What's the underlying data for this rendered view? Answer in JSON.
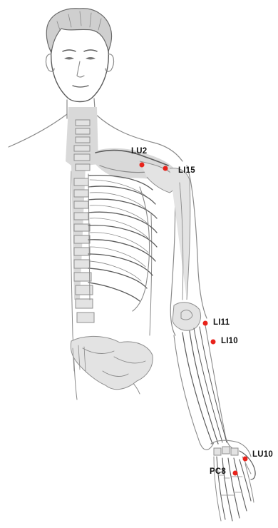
{
  "figure": {
    "subject": "upper body skeleton with arm showing acupuncture points",
    "point_color": "#e8231b",
    "label_color": "#111111"
  },
  "points": [
    {
      "id": "lu2",
      "label": "LU2"
    },
    {
      "id": "li15",
      "label": "LI15"
    },
    {
      "id": "li11",
      "label": "LI11"
    },
    {
      "id": "li10",
      "label": "LI10"
    },
    {
      "id": "lu10",
      "label": "LU10"
    },
    {
      "id": "pc8",
      "label": "PC8"
    }
  ]
}
